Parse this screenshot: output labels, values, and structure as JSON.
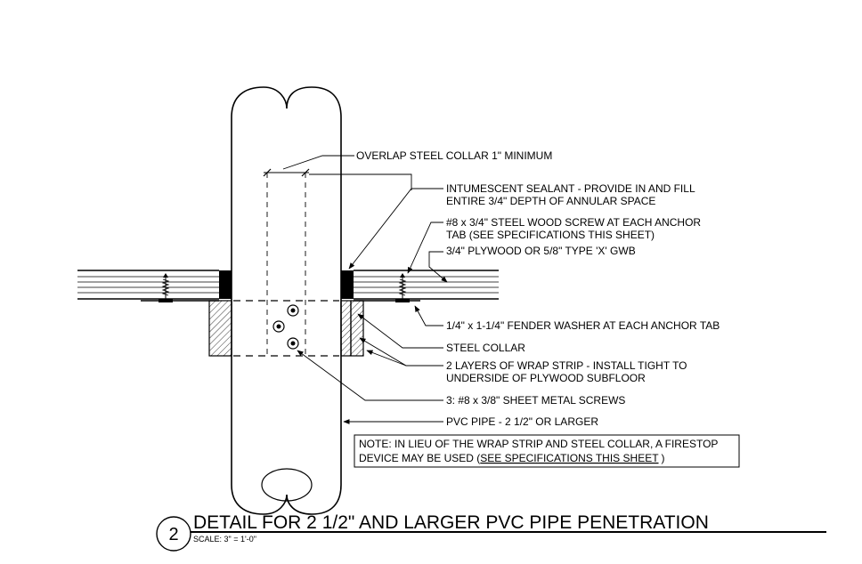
{
  "detail": {
    "number": "2",
    "title": "DETAIL FOR 2 1/2\" AND LARGER PVC PIPE PENETRATION",
    "scale": "SCALE: 3\" = 1'-0\""
  },
  "callouts": {
    "overlap": "OVERLAP STEEL COLLAR 1\" MINIMUM",
    "sealant_1": "INTUMESCENT SEALANT - PROVIDE IN AND FILL",
    "sealant_2": "ENTIRE 3/4\" DEPTH OF ANNULAR SPACE",
    "screw_1": "#8 x 3/4\" STEEL WOOD SCREW AT EACH ANCHOR",
    "screw_2": "TAB (SEE SPECIFICATIONS THIS SHEET)",
    "plywood": "3/4\" PLYWOOD OR 5/8\" TYPE 'X' GWB",
    "washer": "1/4\" x 1-1/4\" FENDER WASHER AT EACH ANCHOR TAB",
    "collar": "STEEL COLLAR",
    "wrap_1": "2 LAYERS OF WRAP STRIP - INSTALL TIGHT TO",
    "wrap_2": "UNDERSIDE OF PLYWOOD SUBFLOOR",
    "metal_screws": "3: #8 x 3/8\" SHEET METAL SCREWS",
    "pipe": "PVC PIPE - 2 1/2\" OR LARGER"
  },
  "note": {
    "line_1": "NOTE: IN LIEU OF THE WRAP STRIP AND STEEL COLLAR, A FIRESTOP",
    "line_2_prefix": "DEVICE MAY BE USED (",
    "line_2_link": "SEE SPECIFICATIONS THIS SHEET",
    "line_2_suffix": ")"
  }
}
